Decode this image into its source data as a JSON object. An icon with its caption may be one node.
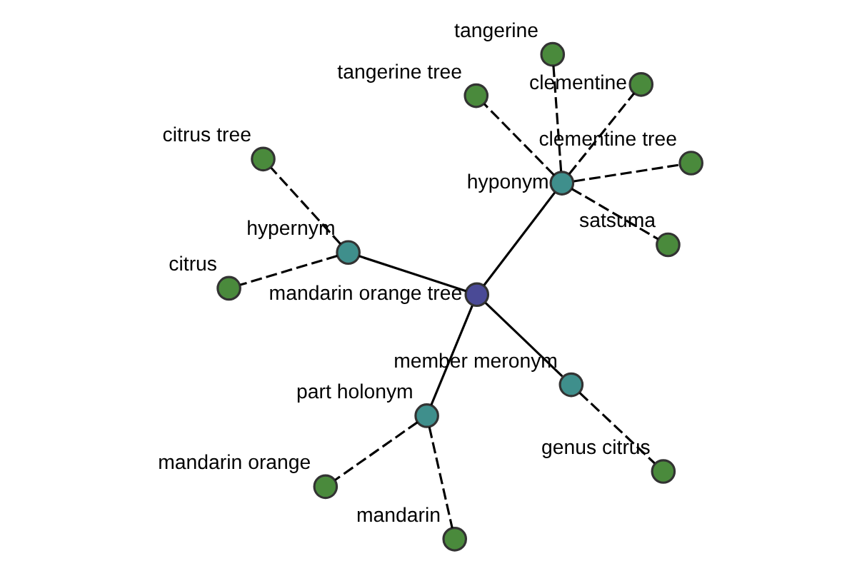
{
  "diagram": {
    "nodes": [
      {
        "text": [
          "mandarin orange"
        ]
      },
      {
        "text": [
          "mandarin"
        ]
      },
      {
        "text": [
          "part holonym"
        ]
      },
      {
        "text": [
          "tangerine tree"
        ]
      },
      {
        "text": [
          "citrus tree"
        ]
      },
      {
        "text": [
          "mandarin orange tree"
        ]
      },
      {
        "text": [
          "hypernym"
        ]
      },
      {
        "text": [
          "clementine tree"
        ]
      },
      {
        "text": [
          "hyponym"
        ]
      },
      {
        "text": [
          "member meronym"
        ]
      },
      {
        "text": [
          "satsuma"
        ]
      },
      {
        "text": [
          "citrus"
        ]
      },
      {
        "text": [
          "clementine"
        ]
      },
      {
        "text": [
          "genus citrus"
        ]
      },
      {
        "text": [
          "tangerine"
        ]
      }
    ],
    "edges": [
      {
        "from": 5,
        "to": 2,
        "arrow": "none"
      },
      {
        "from": 5,
        "to": 6,
        "arrow": "none"
      },
      {
        "from": 5,
        "to": 8,
        "arrow": "none"
      },
      {
        "from": 5,
        "to": 9,
        "arrow": "none"
      },
      {
        "from": 2,
        "to": 0,
        "arrow": "none",
        "style": "dashed"
      },
      {
        "from": 2,
        "to": 1,
        "arrow": "none",
        "style": "dashed"
      },
      {
        "from": 6,
        "to": 4,
        "arrow": "none",
        "style": "dashed"
      },
      {
        "from": 6,
        "to": 11,
        "arrow": "none",
        "style": "dashed"
      },
      {
        "from": 8,
        "to": 3,
        "arrow": "none",
        "style": "dashed"
      },
      {
        "from": 8,
        "to": 7,
        "arrow": "none",
        "style": "dashed"
      },
      {
        "from": 8,
        "to": 10,
        "arrow": "none",
        "style": "dashed"
      },
      {
        "from": 8,
        "to": 12,
        "arrow": "none",
        "style": "dashed"
      },
      {
        "from": 8,
        "to": 14,
        "arrow": "none",
        "style": "dashed"
      },
      {
        "from": 9,
        "to": 13,
        "arrow": "none",
        "style": "dashed"
      }
    ]
  }
}
